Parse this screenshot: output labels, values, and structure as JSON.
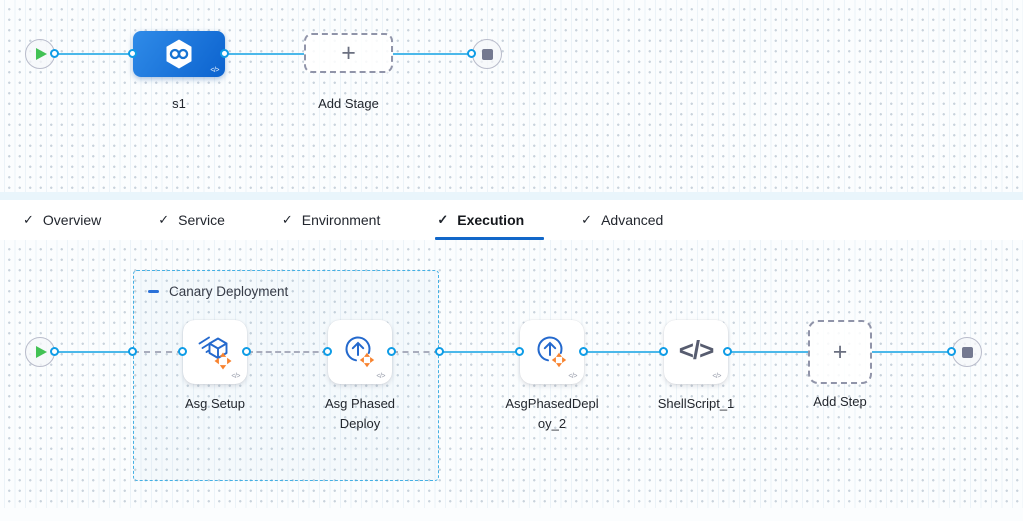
{
  "top_pipeline": {
    "stage_label": "s1",
    "add_stage_label": "Add Stage"
  },
  "tabs": [
    {
      "label": "Overview",
      "checked": true
    },
    {
      "label": "Service",
      "checked": true
    },
    {
      "label": "Environment",
      "checked": true
    },
    {
      "label": "Execution",
      "checked": true,
      "active": true
    },
    {
      "label": "Advanced",
      "checked": true
    }
  ],
  "execution": {
    "group_title": "Canary Deployment",
    "steps": [
      {
        "label": "Asg Setup"
      },
      {
        "label": "Asg Phased Deploy"
      },
      {
        "label": "AsgPhasedDeploy_2"
      },
      {
        "label": "ShellScript_1"
      }
    ],
    "add_step_label": "Add Step"
  },
  "icons": {
    "check_glyph": "✓",
    "plus_glyph": "+",
    "code_glyph": "</>"
  },
  "colors": {
    "accent_blue": "#0278d5",
    "line_blue": "#4bb8ea",
    "node_blue_start": "#2f8be8",
    "node_blue_end": "#0c63cf",
    "orange": "#f8832f",
    "play_green": "#42c254",
    "stop_gray": "#747990"
  }
}
